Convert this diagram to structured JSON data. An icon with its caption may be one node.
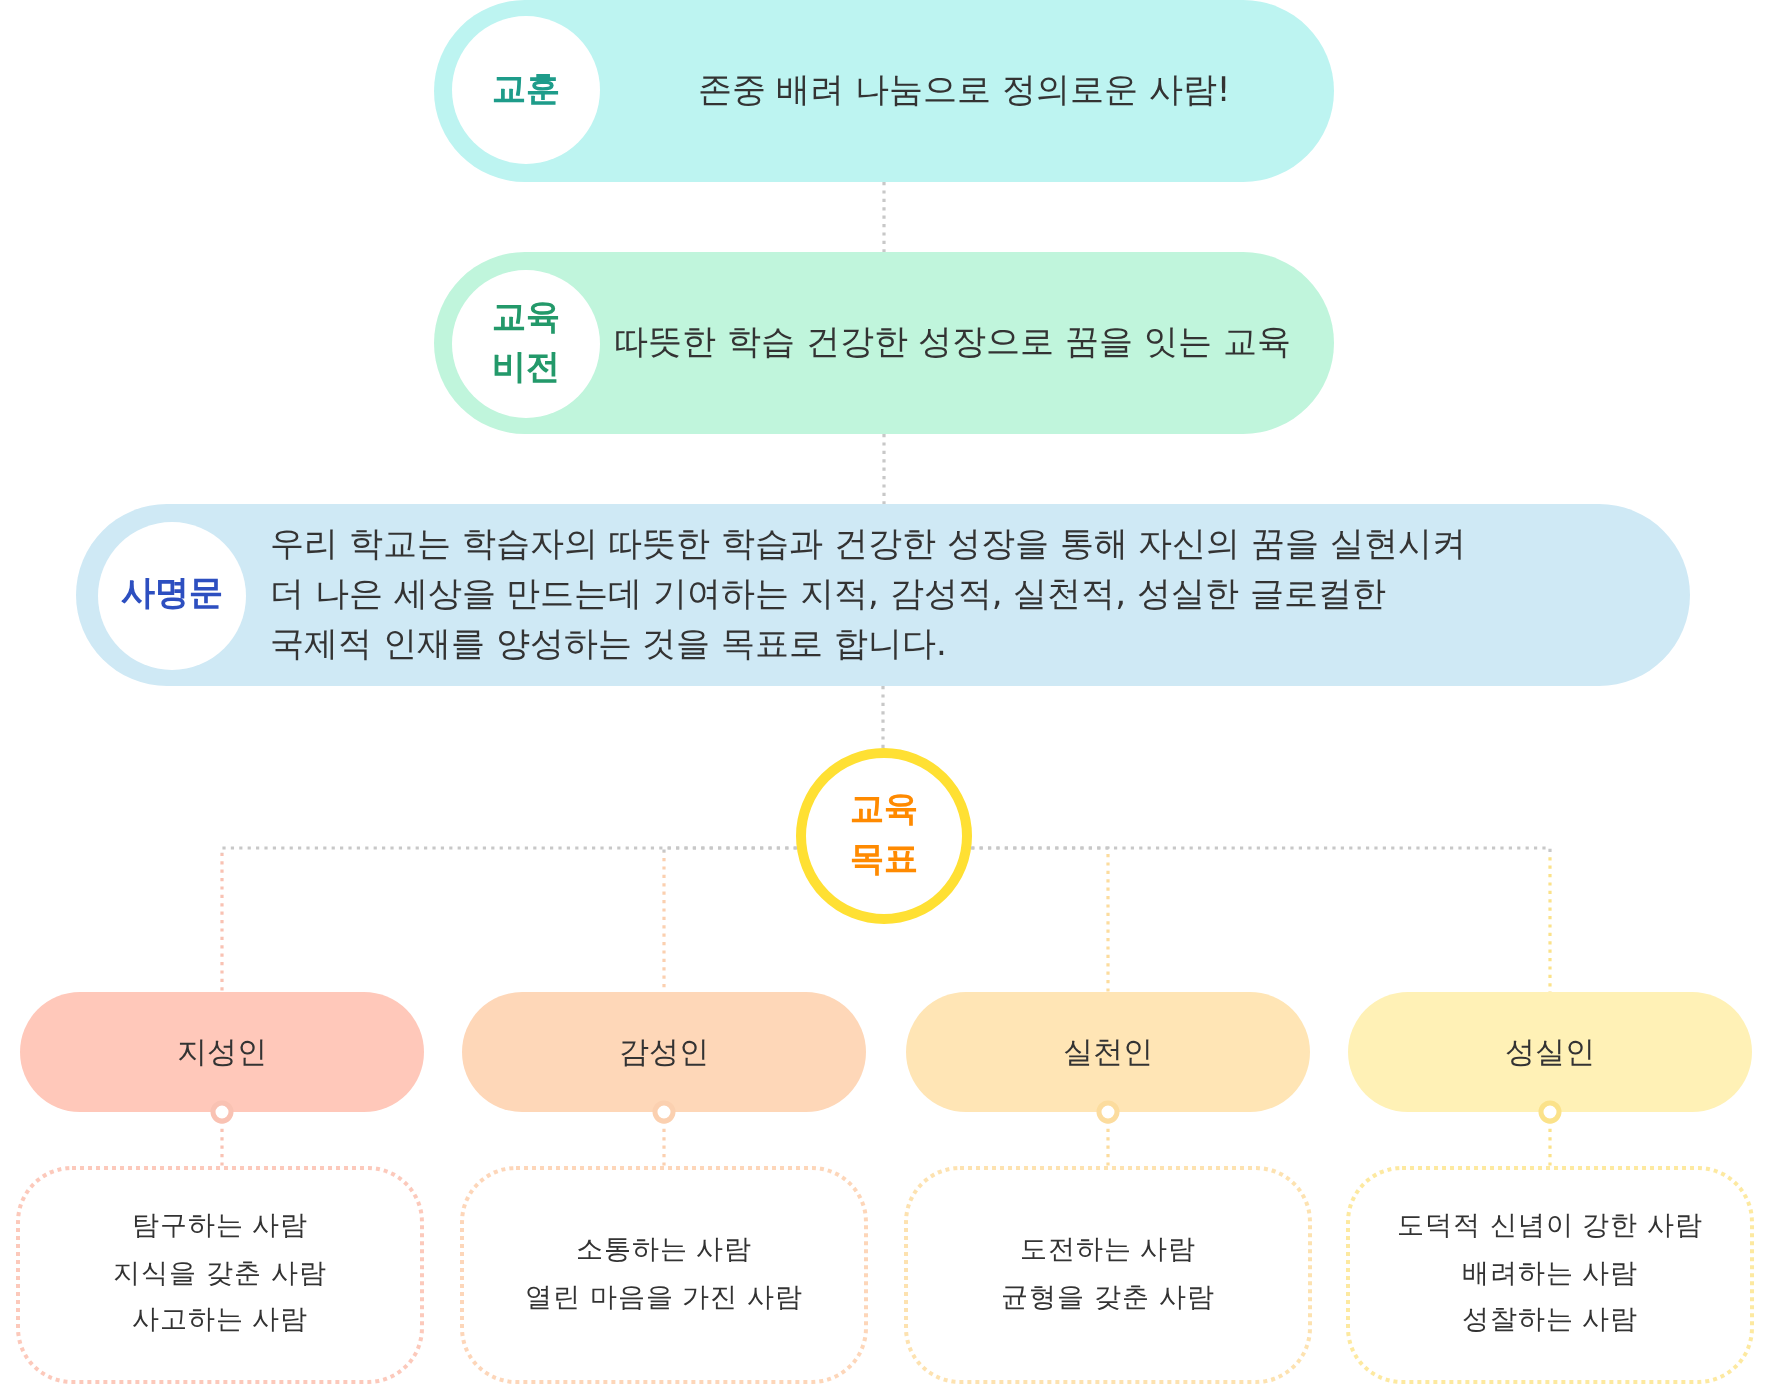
{
  "diagram": {
    "nodes": [
      {
        "text": [
          "존중 배려 나눔으로 정의로운 사람!"
        ]
      },
      {
        "text": [
          "교훈"
        ],
        "in": 0
      },
      {
        "text": [
          "따뜻한 학습 건강한 성장으로 꿈을 잇는 교육"
        ]
      },
      {
        "text": [
          "교육 비전"
        ],
        "in": 2
      },
      {
        "text": [
          "우리 학교는 학습자의 따뜻한 학습과 건강한 성장을 통해 자신의 꿈을 실현시켜 더 나은 세상을 만드는데 기여하는 지적, 감성적, 실천적, 성실한 글로컬한 국제적 인재를 양성하는 것을 목표로 합니다."
        ]
      },
      {
        "text": [
          "사명문"
        ],
        "in": 4
      },
      {
        "text": [
          "교육 목표"
        ]
      },
      {
        "text": [
          "지성인"
        ]
      },
      {
        "text": [
          "감성인"
        ]
      },
      {
        "text": [
          "실천인"
        ]
      },
      {
        "text": [
          "성실인"
        ]
      },
      {
        "text": [
          "탐구하는 사람",
          "지식을 갖춘 사람",
          "사고하는 사람"
        ]
      },
      {
        "text": [
          "소통하는 사람",
          "열린 마음을 가진 사람"
        ]
      },
      {
        "text": [
          "도전하는 사람",
          "균형을 갖춘 사람"
        ]
      },
      {
        "text": [
          "도덕적 신념이 강한 사람",
          "배려하는 사람",
          "성찰하는 사람"
        ]
      }
    ],
    "edges": [
      {
        "from": 0,
        "to": 2,
        "arrow": "none",
        "style": "dashed"
      },
      {
        "from": 2,
        "to": 4,
        "arrow": "none",
        "style": "dashed"
      },
      {
        "from": 4,
        "to": 6,
        "arrow": "none",
        "style": "dashed"
      },
      {
        "from": 6,
        "to": 7,
        "arrow": "none",
        "style": "dashed",
        "color": "#f9c2b3"
      },
      {
        "from": 6,
        "to": 8,
        "arrow": "none",
        "style": "dashed",
        "color": "#fbd0b0"
      },
      {
        "from": 6,
        "to": 9,
        "arrow": "none",
        "style": "dashed",
        "color": "#fcdc9e"
      },
      {
        "from": 6,
        "to": 10,
        "arrow": "none",
        "style": "dashed",
        "color": "#fbe28a"
      },
      {
        "from": 7,
        "to": 11,
        "arrow": "other",
        "style": "dashed",
        "color": "#f9c2b3"
      },
      {
        "from": 8,
        "to": 12,
        "arrow": "other",
        "style": "dashed",
        "color": "#fbd0b0"
      },
      {
        "from": 9,
        "to": 13,
        "arrow": "other",
        "style": "dashed",
        "color": "#fcdc9e"
      },
      {
        "from": 10,
        "to": 14,
        "arrow": "other",
        "style": "dashed",
        "color": "#fbe28a"
      }
    ]
  }
}
